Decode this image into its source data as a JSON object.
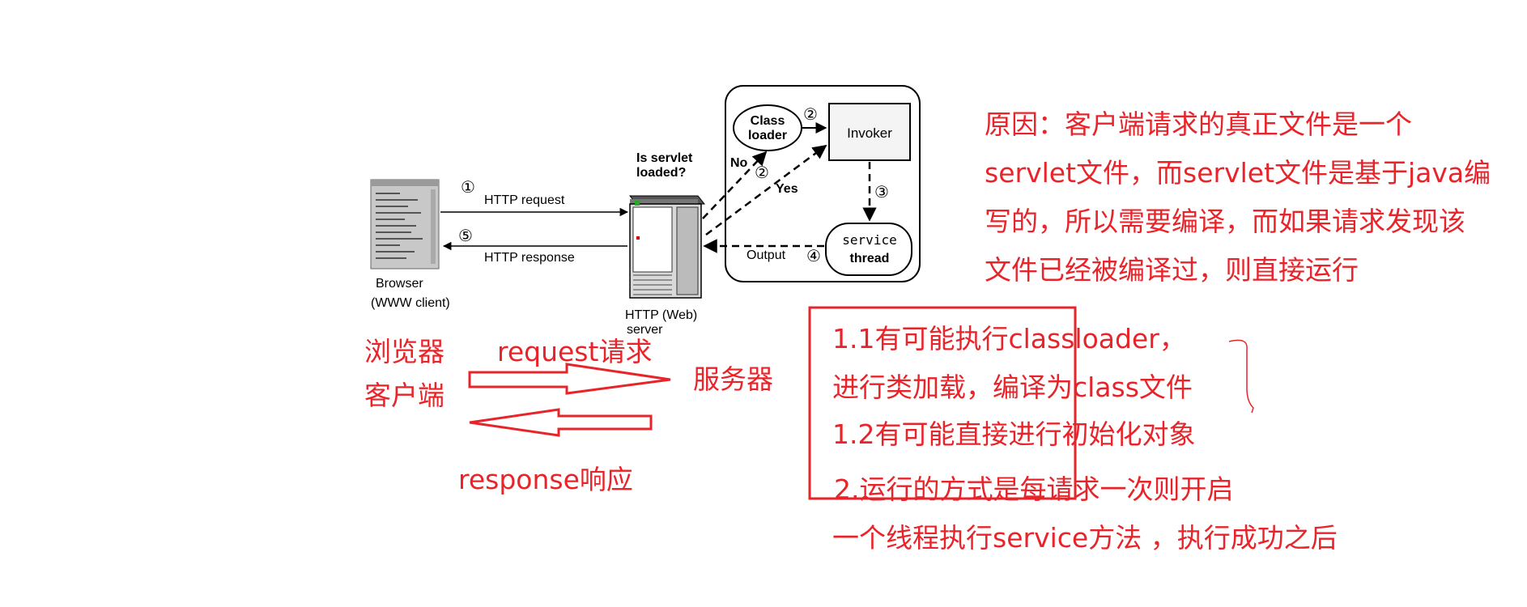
{
  "diagram": {
    "step_numbers": [
      "①",
      "②",
      "②",
      "③",
      "④",
      "⑤"
    ],
    "labels": {
      "http_request": "HTTP request",
      "http_response": "HTTP response",
      "browser": "Browser",
      "www_client": "(WWW client)",
      "http_web_server": "HTTP (Web)",
      "server": "server",
      "is_servlet_loaded_1": "Is servlet",
      "is_servlet_loaded_2": "loaded?",
      "no": "No",
      "yes": "Yes",
      "class_loader_1": "Class",
      "class_loader_2": "loader",
      "invoker": "Invoker",
      "service": "service",
      "thread": "thread",
      "output": "Output"
    }
  },
  "annotations": {
    "browser_cn_1": "浏览器",
    "browser_cn_2": "客户端",
    "request": "request请求",
    "server_cn": "服务器",
    "response": "response响应",
    "reason_lines": [
      "原因：客户端请求的真正文件是一个",
      "servlet文件，而servlet文件是基于java编",
      "写的，所以需要编译，而如果请求发现该",
      "文件已经被编译过，则直接运行"
    ],
    "steps": [
      "1.1有可能执行classloader，",
      "进行类加载，编译为class文件",
      "1.2有可能直接进行初始化对象",
      "2.运行的方式是每请求一次则开启",
      "一个线程执行service方法  ，执行成功之后"
    ]
  },
  "colors": {
    "annotation": "#e8242a",
    "diagram": "#000000"
  }
}
